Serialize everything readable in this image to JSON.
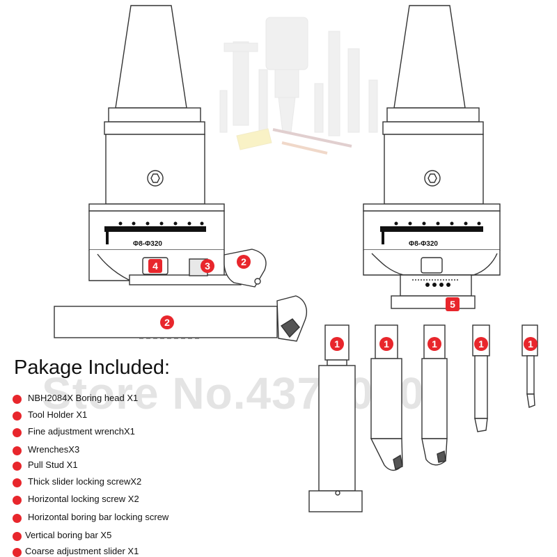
{
  "watermark": "Store No.4378070",
  "package": {
    "title": "Pakage Included:",
    "items": [
      "NBH2084X Boring head X1",
      "Tool Holder X1",
      "Fine adjustment wrenchX1",
      "WrenchesX3",
      "Pull Stud X1",
      "Thick slider locking screwX2",
      "Horizontal locking screw X2",
      "Horizontal boring bar locking screw",
      "Vertical boring bar X5",
      "Coarse adjustment slider X1"
    ]
  },
  "scale_label": "Φ8-Φ320",
  "badges": {
    "boring_bar": "1",
    "slider": "2",
    "screw_3": "3",
    "screw_4": "4",
    "screw_5": "5"
  },
  "colors": {
    "badge": "#e8262c",
    "line": "#333333",
    "faded": "#d9d9d9"
  }
}
